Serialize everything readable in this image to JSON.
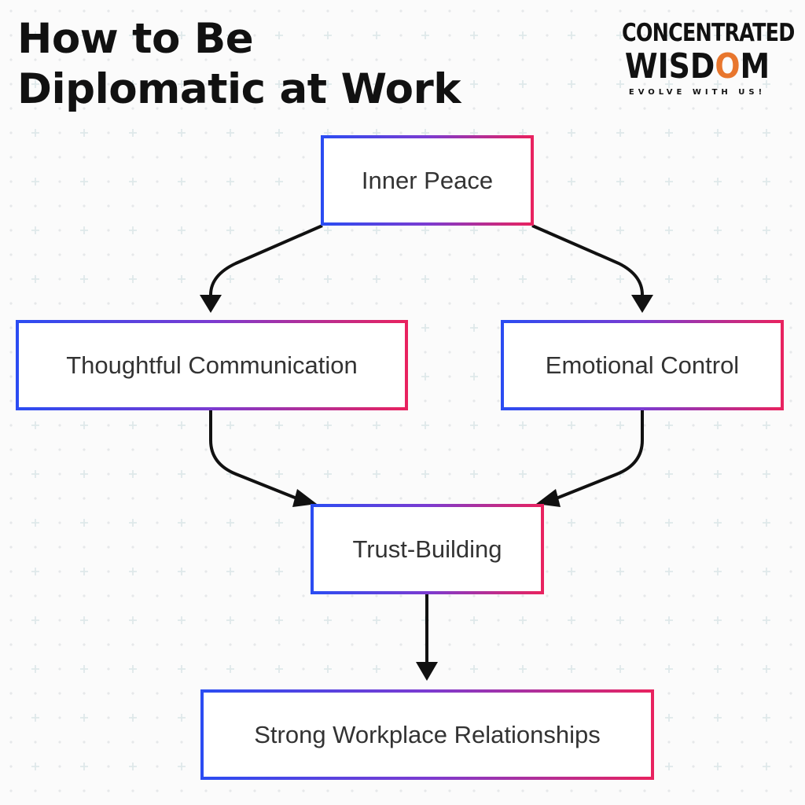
{
  "title": {
    "line1": "How to Be",
    "line2": "Diplomatic at Work"
  },
  "logo": {
    "line1": "CONCENTRATED",
    "line2_before": "WISD",
    "line2_flame_letter": "O",
    "line2_after": "M",
    "tagline": "EVOLVE WITH US!"
  },
  "diagram": {
    "nodes": {
      "inner_peace": "Inner Peace",
      "thoughtful_communication": "Thoughtful Communication",
      "emotional_control": "Emotional Control",
      "trust_building": "Trust-Building",
      "strong_relationships": "Strong Workplace Relationships"
    },
    "edges": [
      {
        "from": "Inner Peace",
        "to": "Thoughtful Communication"
      },
      {
        "from": "Inner Peace",
        "to": "Emotional Control"
      },
      {
        "from": "Thoughtful Communication",
        "to": "Trust-Building"
      },
      {
        "from": "Emotional Control",
        "to": "Trust-Building"
      },
      {
        "from": "Trust-Building",
        "to": "Strong Workplace Relationships"
      }
    ]
  },
  "colors": {
    "border_start": "#2b4cf2",
    "border_mid": "#7b3bd1",
    "border_end": "#e8225f",
    "arrow": "#111111",
    "text": "#333333",
    "title": "#111111",
    "logo_flame": "#e8762d",
    "background": "#fbfbfb"
  }
}
